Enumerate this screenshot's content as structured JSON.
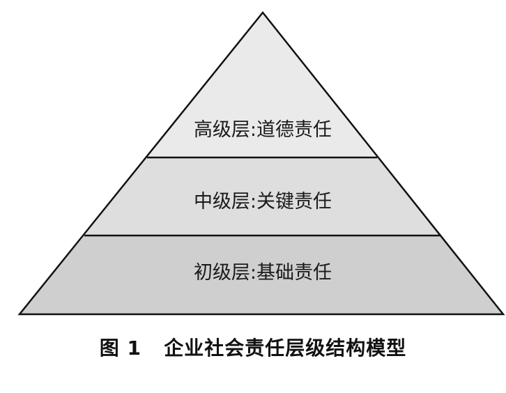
{
  "pyramid": {
    "tiers": [
      {
        "label": "高级层:道德责任",
        "fill": "#eaeaea"
      },
      {
        "label": "中级层:关键责任",
        "fill": "#dedede"
      },
      {
        "label": "初级层:基础责任",
        "fill": "#cfcfcf"
      }
    ],
    "stroke": "#111111"
  },
  "caption": {
    "figure_number": "图 1",
    "title": "企业社会责任层级结构模型"
  }
}
